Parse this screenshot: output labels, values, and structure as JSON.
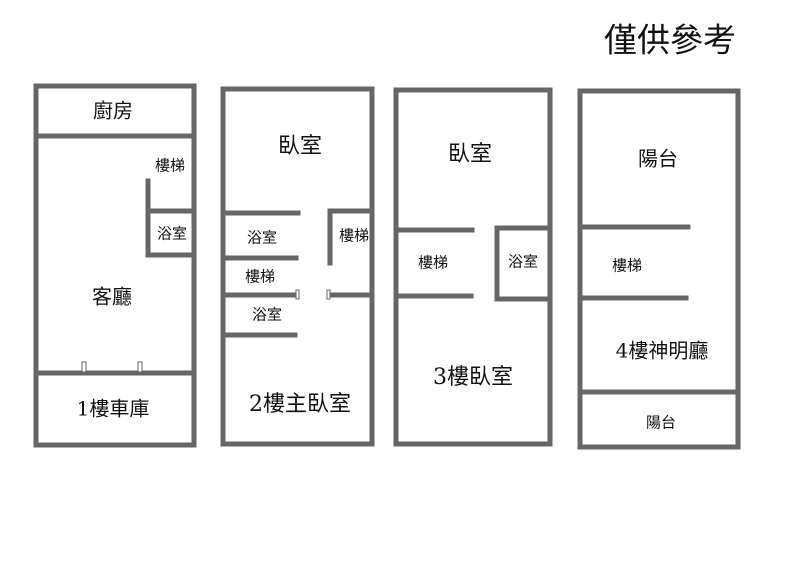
{
  "title": "僅供參考",
  "floors": [
    {
      "name": "1樓車庫",
      "rooms": [
        "廚房",
        "樓梯",
        "浴室",
        "客廳"
      ]
    },
    {
      "name": "2樓主臥室",
      "rooms": [
        "臥室",
        "浴室",
        "樓梯",
        "樓梯",
        "浴室"
      ]
    },
    {
      "name": "3樓臥室",
      "rooms": [
        "臥室",
        "樓梯",
        "浴室"
      ]
    },
    {
      "name": "4樓神明廳",
      "rooms": [
        "陽台",
        "樓梯",
        "陽台"
      ]
    }
  ],
  "colors": {
    "wall": "#666666"
  }
}
